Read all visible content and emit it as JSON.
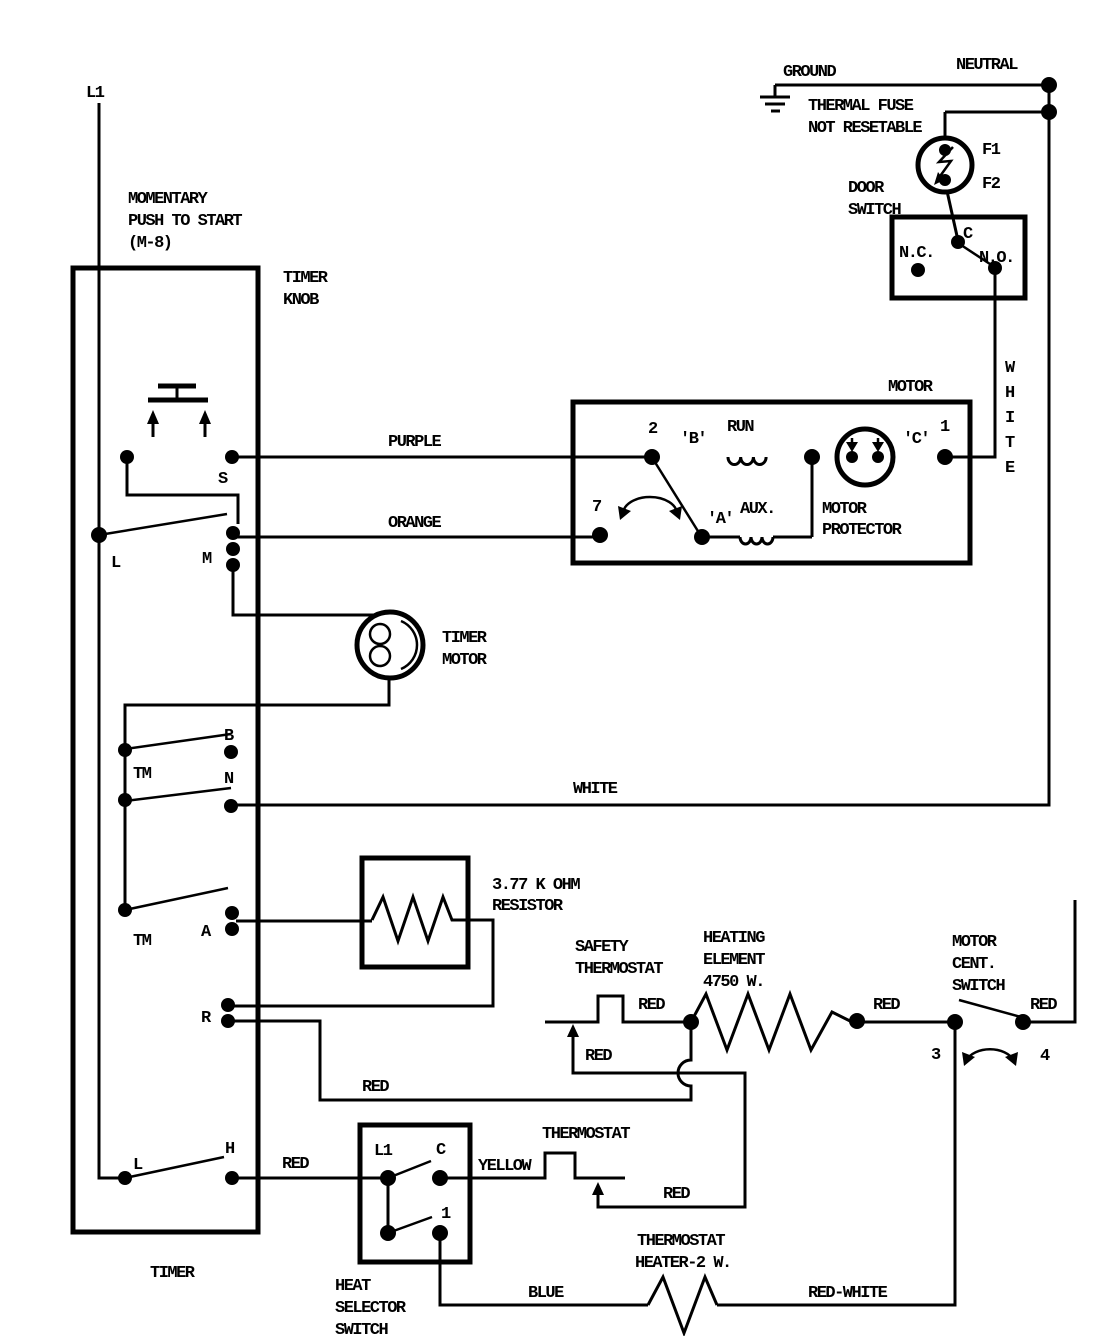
{
  "colors": {
    "ink": "#000000",
    "paper": "#ffffff"
  },
  "power": {
    "l1": "L1",
    "ground": "GROUND",
    "neutral": "NEUTRAL"
  },
  "thermal_fuse": {
    "line1": "THERMAL FUSE",
    "line2": "NOT RESETABLE",
    "f1": "F1",
    "f2": "F2"
  },
  "door_switch": {
    "name1": "DOOR",
    "name2": "SWITCH",
    "nc": "N.C.",
    "c": "C",
    "no": "N.O."
  },
  "timer": {
    "momentary1": "MOMENTARY",
    "momentary2": "PUSH TO START",
    "momentary3": "(M-8)",
    "knob1": "TIMER",
    "knob2": "KNOB",
    "label": "TIMER",
    "s": "S",
    "l": "L",
    "m": "M",
    "tm": "TM",
    "b": "B",
    "n": "N",
    "a": "A",
    "r": "R",
    "h": "H"
  },
  "wires": {
    "purple": "PURPLE",
    "orange": "ORANGE",
    "white": "WHITE",
    "red": "RED",
    "yellow": "YELLOW",
    "blue": "BLUE",
    "red_white": "RED-WHITE"
  },
  "motor": {
    "label": "MOTOR",
    "t2": "2",
    "b": "'B'",
    "run": "RUN",
    "t7": "7",
    "a": "'A'",
    "aux": "AUX.",
    "protector1": "MOTOR",
    "protector2": "PROTECTOR",
    "c": "'C'",
    "t1": "1",
    "cent1": "MOTOR",
    "cent2": "CENT.",
    "cent3": "SWITCH",
    "t3": "3",
    "t4": "4"
  },
  "timer_motor": {
    "line1": "TIMER",
    "line2": "MOTOR"
  },
  "resistor": {
    "line1": "3.77 K OHM",
    "line2": "RESISTOR"
  },
  "thermostats": {
    "safety1": "SAFETY",
    "safety2": "THERMOSTAT",
    "mid": "THERMOSTAT",
    "heater1": "THERMOSTAT",
    "heater2": "HEATER-2 W."
  },
  "heating_element": {
    "line1": "HEATING",
    "line2": "ELEMENT",
    "line3": "4750 W."
  },
  "heat_selector": {
    "line1": "HEAT",
    "line2": "SELECTOR",
    "line3": "SWITCH",
    "l1": "L1",
    "c": "C",
    "one": "1"
  }
}
